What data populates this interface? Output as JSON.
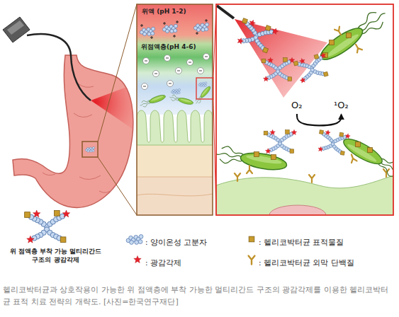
{
  "diagram": {
    "caption": "헬리코박터균과 상호작용이 가능한 위 점액층에 부착 가능한 멀티리간드 구조의 광감각제를 이용한 헬리코박터균 표적 치료 전략의 개략도. [사진=한국연구재단]",
    "nodes": [
      {
        "text": [
          "위액 (pH 1-2)"
        ]
      },
      {
        "text": [
          "위점액층(pH 4-6)"
        ]
      },
      {
        "text": [
          "O₂"
        ]
      },
      {
        "text": [
          "¹O₂"
        ]
      }
    ],
    "edges": [
      {
        "from": 2,
        "to": 3,
        "arrow": "to"
      }
    ],
    "labels": [
      "위 점액층 부착 가능 멀티리간드 구조의 광감각제"
    ],
    "legend": [
      {
        "text": ": 양이온성 고분자"
      },
      {
        "text": ": 헬리코박터균 표적물질"
      },
      {
        "text": ": 광감각제"
      },
      {
        "text": ": 헬리코박터균 외막 단백질"
      }
    ]
  }
}
